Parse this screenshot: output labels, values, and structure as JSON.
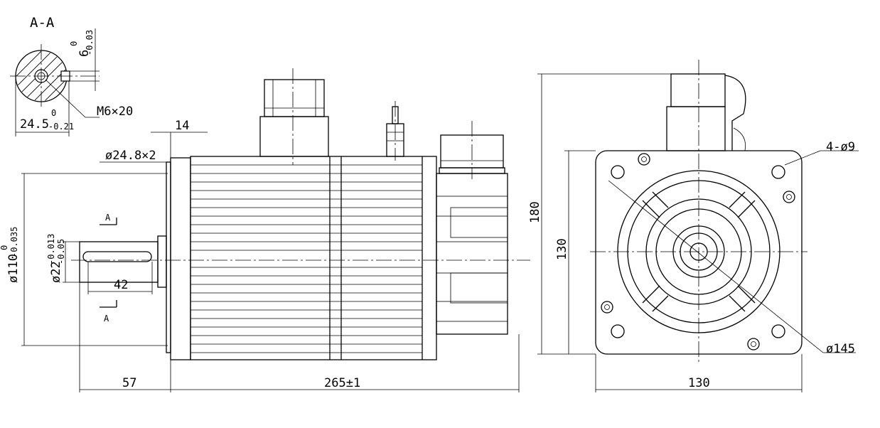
{
  "section_view": {
    "title": "A-A",
    "key_depth_main": "6",
    "key_depth_upper": "0",
    "key_depth_lower": "-0.03",
    "thread_label": "M6×20",
    "key_height_main": "24.5",
    "key_height_upper": "0",
    "key_height_lower": "-0.21"
  },
  "side_view": {
    "dim_flange_thickness": "14",
    "dim_spigot_dia": "ø24.8×2",
    "dim_pilot_main": "ø110",
    "dim_pilot_upper": "0",
    "dim_pilot_lower": "-0.035",
    "dim_shaft_main": "ø22",
    "dim_shaft_upper": "-0.013",
    "dim_shaft_lower": "-0.05",
    "dim_key_length": "42",
    "dim_shaft_length": "57",
    "dim_body_length": "265±1",
    "section_mark": "A"
  },
  "front_view": {
    "dim_total_height": "180",
    "dim_square_height": "130",
    "dim_square_width": "130",
    "dim_holes": "4-ø9",
    "dim_bolt_circle": "ø145"
  }
}
